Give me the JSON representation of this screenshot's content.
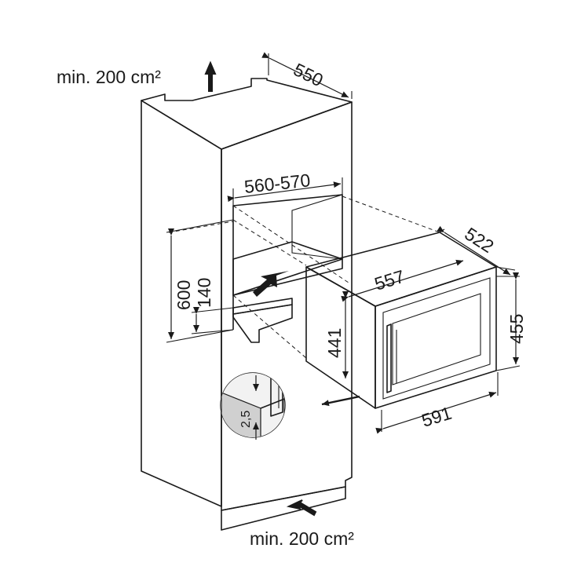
{
  "labels": {
    "vent_top": "min. 200 cm²",
    "vent_bottom": "min. 200 cm²",
    "depth_cabinet": "550",
    "niche_width": "560-570",
    "niche_height": "600",
    "shelf_gap": "140",
    "detail_gap": "2,5",
    "appliance_depth": "522",
    "appliance_inner_width": "557",
    "appliance_height": "455",
    "appliance_inner_height": "441",
    "appliance_width": "591"
  },
  "colors": {
    "line": "#1a1a1a",
    "cabinet_front": "#f2f2f2",
    "cabinet_side": "#dcdcdc",
    "cabinet_top": "#e8e8e8",
    "niche_inside": "#c8c8c8",
    "appliance_body": "#d4d4d4",
    "appliance_front": "#ffffff",
    "plinth": "#cfcfcf"
  }
}
